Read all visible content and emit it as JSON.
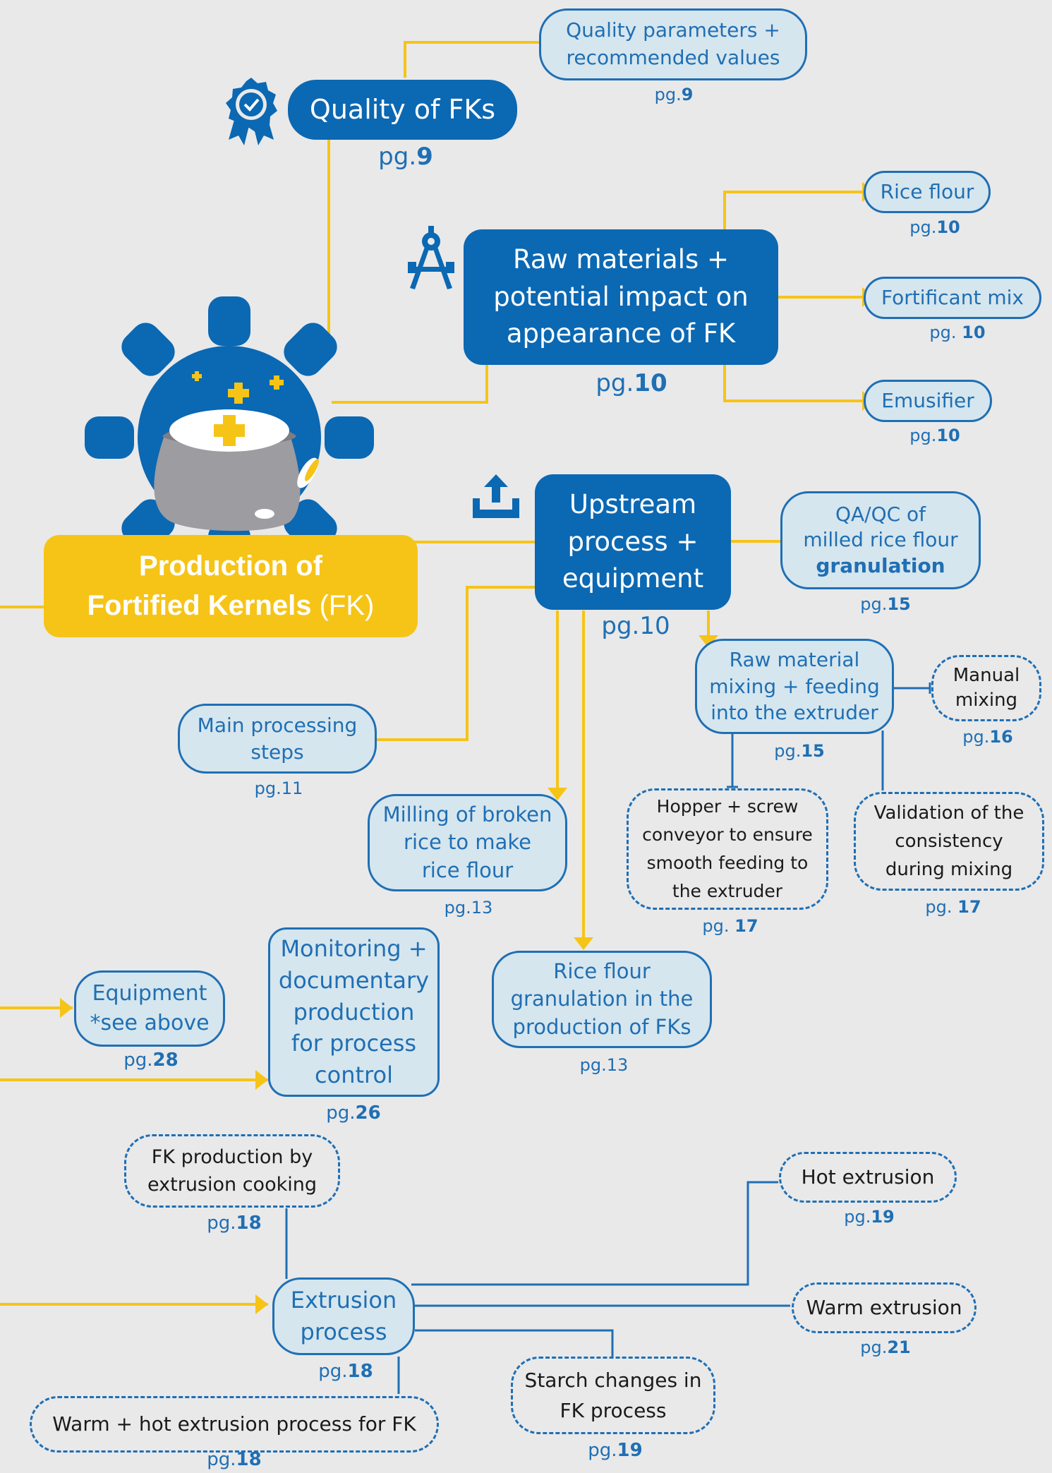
{
  "colors": {
    "background": "#e9e9ea",
    "primary_blue": "#0b68b3",
    "light_blue_fill": "#d6e6ee",
    "accent_yellow": "#f6c417",
    "text_dark": "#1a1a1a"
  },
  "central": {
    "line1": "Production of",
    "line2a": "Fortified Kernels",
    "line2b": "(FK)",
    "icon": "gear-rice-sack-icon"
  },
  "quality": {
    "title": "Quality of FKs",
    "pg_prefix": "pg.",
    "pg_num": "9",
    "icon": "award-badge-icon"
  },
  "quality_params": {
    "line1": "Quality parameters +",
    "line2": "recommended values",
    "pg_prefix": "pg.",
    "pg_num": "9"
  },
  "raw": {
    "line1": "Raw materials +",
    "line2": "potential impact  on",
    "line3": "appearance of FK",
    "pg_prefix": "pg.",
    "pg_num": "10",
    "icon": "drafting-compass-icon"
  },
  "rice_flour": {
    "title": "Rice flour",
    "pg_prefix": "pg.",
    "pg_num": "10"
  },
  "fortificant": {
    "title": "Fortificant mix",
    "pg_prefix": "pg. ",
    "pg_num": "10"
  },
  "emulsifier": {
    "title": "Emusifier",
    "pg_prefix": "pg.",
    "pg_num": "10"
  },
  "upstream": {
    "line1": "Upstream",
    "line2": "process +",
    "line3": "equipment",
    "pg": "pg.10",
    "icon": "upload-tray-icon"
  },
  "qaqc": {
    "line1": "QA/QC of",
    "line2": "milled rice flour",
    "line3": "granulation",
    "pg_prefix": "pg.",
    "pg_num": "15"
  },
  "mixing": {
    "line1": "Raw material",
    "line2": "mixing + feeding",
    "line3": "into the extruder",
    "pg_prefix": "pg.",
    "pg_num": "15"
  },
  "manual": {
    "line1": "Manual",
    "line2": "mixing",
    "pg_prefix": "pg.",
    "pg_num": "16"
  },
  "hopper": {
    "line1": "Hopper + screw",
    "line2": "conveyor to ensure",
    "line3": "smooth feeding to",
    "line4": "the extruder",
    "pg_prefix": "pg. ",
    "pg_num": "17"
  },
  "validation": {
    "line1": "Validation of the",
    "line2": "consistency",
    "line3": "during mixing",
    "pg_prefix": "pg. ",
    "pg_num": "17"
  },
  "main_steps": {
    "line1": "Main processing",
    "line2": "steps",
    "pg": "pg.11"
  },
  "milling": {
    "line1": "Milling of broken",
    "line2": "rice to make",
    "line3": "rice flour",
    "pg": "pg.13"
  },
  "granulation": {
    "line1": "Rice flour",
    "line2": "granulation in the",
    "line3": "production of FKs",
    "pg": "pg.13"
  },
  "equipment": {
    "line1": "Equipment",
    "line2": "*see above",
    "pg_prefix": "pg.",
    "pg_num": "28"
  },
  "monitoring": {
    "line1": "Monitoring +",
    "line2": "documentary",
    "line3": "production",
    "line4": "for process",
    "line5": "control",
    "pg_prefix": "pg.",
    "pg_num": "26"
  },
  "fk_production": {
    "line1": "FK production by",
    "line2": "extrusion cooking",
    "pg_prefix": "pg.",
    "pg_num": "18"
  },
  "extrusion": {
    "line1": "Extrusion",
    "line2": "process",
    "pg_prefix": "pg.",
    "pg_num": "18"
  },
  "hot": {
    "title": "Hot extrusion",
    "pg_prefix": "pg.",
    "pg_num": "19"
  },
  "warm": {
    "title": "Warm extrusion",
    "pg_prefix": "pg.",
    "pg_num": "21"
  },
  "starch": {
    "line1": "Starch changes in",
    "line2": "FK process",
    "pg_prefix": "pg.",
    "pg_num": "19"
  },
  "warm_hot": {
    "title": "Warm + hot extrusion process for FK",
    "pg_prefix": "pg.",
    "pg_num": "18"
  }
}
